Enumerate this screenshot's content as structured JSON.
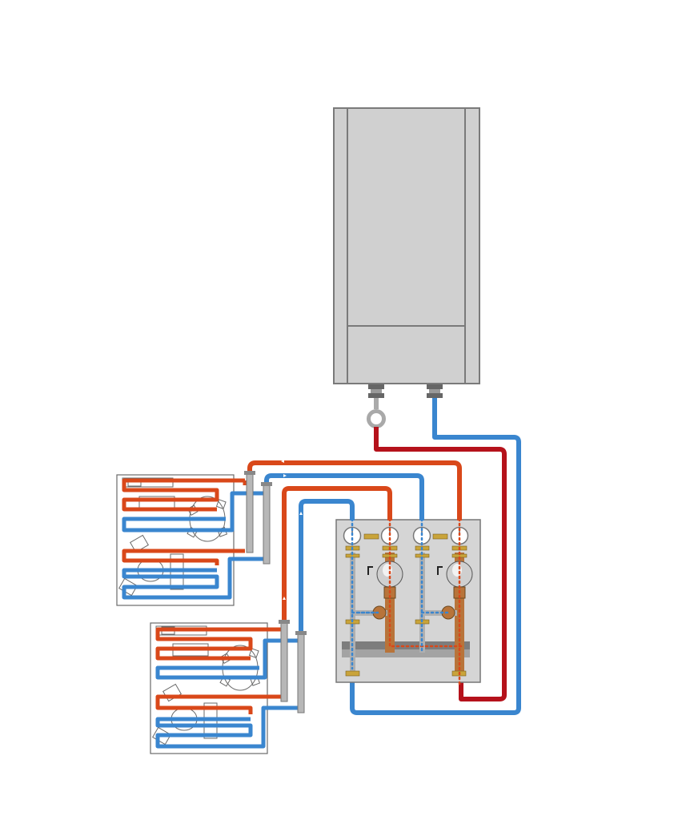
{
  "diagram": {
    "type": "hydronic-heating-schematic",
    "components": [
      "boiler",
      "pump-station",
      "manifold-upper",
      "manifold-lower",
      "heating-zone-upper",
      "heating-zone-lower"
    ],
    "text_labels": [],
    "colors": {
      "boiler_fill": "#d0d0d0",
      "boiler_stroke": "#7a7a7a",
      "supply_primary": "#b5121b",
      "supply_secondary": "#d9481a",
      "return": "#3a86cf",
      "brass": "#c9a43a",
      "station_panel": "#d5d5d5",
      "room_outline": "#6a6a6a"
    }
  }
}
